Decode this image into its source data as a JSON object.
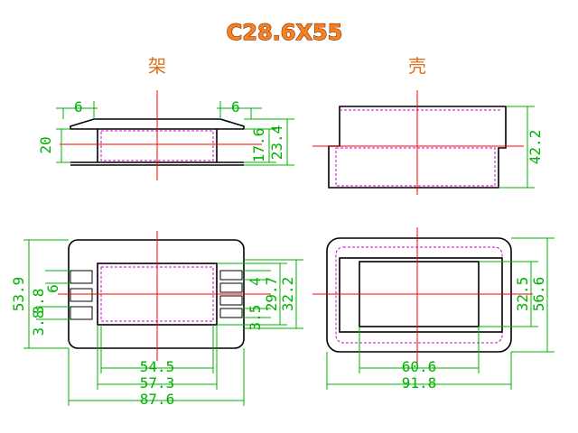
{
  "title": "C28.6X55",
  "colors": {
    "title": "#f58220",
    "title_outline": "#8a2c00",
    "label": "#e07020",
    "dimension": "#00b000",
    "centerline": "#ff0000",
    "hidden_line": "#d000d0",
    "outline": "#000000"
  },
  "views": {
    "bobbin": {
      "label": "架",
      "side_dims": {
        "flange": "6",
        "flange_right": "6",
        "height": "20",
        "inner": "17.6",
        "outer": "23.4"
      },
      "top_dims": {
        "overall_height": "53.9",
        "pin_gap": "6",
        "pin_spacing": "3.8",
        "pin_offset": "3.8",
        "right_pin": "4",
        "right_pin2": "3.5",
        "inner_h": "29.7",
        "outer_h": "32.2",
        "w1": "54.5",
        "w2": "57.3",
        "w3": "87.6"
      }
    },
    "shell": {
      "label": "壳",
      "side_dims": {
        "height": "42.2"
      },
      "top_dims": {
        "inner_h": "32.5",
        "outer_h": "56.6",
        "w1": "60.6",
        "w2": "91.8"
      }
    }
  }
}
